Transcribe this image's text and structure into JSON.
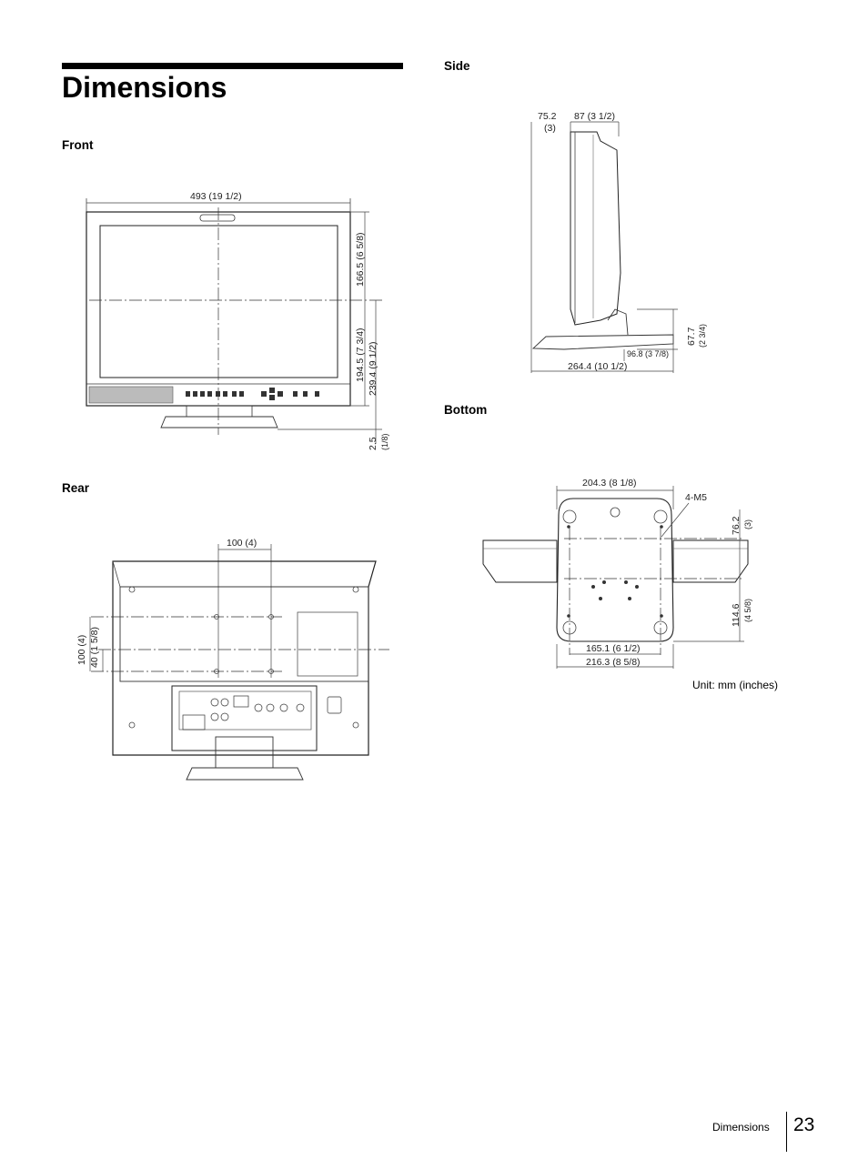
{
  "page": {
    "title": "Dimensions",
    "unit_note": "Unit: mm (inches)",
    "footer_section": "Dimensions",
    "page_number": "23"
  },
  "front": {
    "heading": "Front",
    "width_label": "493 (19 1/2)",
    "upper_height_label": "166.5 (6 5/8)",
    "lower_height_label": "194.5 (7 3/4)",
    "total_height_label": "239.4 (9 1/2)",
    "base_label": "2.5",
    "base_label_inch": "(1/8)"
  },
  "rear": {
    "heading": "Rear",
    "hole_spacing_label": "100 (4)",
    "vertical_spacing_label": "100 (4)",
    "offset_label": "40 (1 5/8)"
  },
  "side": {
    "heading": "Side",
    "depth_top_label": "75.2",
    "depth_top_inch": "(3)",
    "depth_frame_label": "87 (3 1/2)",
    "foot_height_label": "67.7",
    "foot_height_inch": "(2 3/4)",
    "foot_depth_label": "96.8 (3 7/8)",
    "total_depth_label": "264.4 (10 1/2)"
  },
  "bottom": {
    "heading": "Bottom",
    "top_width_label": "204.3 (8 1/8)",
    "screw_label": "4-M5",
    "screw_offset_label": "76.2",
    "screw_offset_inch": "(3)",
    "depth_label": "114.6",
    "depth_inch": "(4 5/8)",
    "inner_width_label": "165.1 (6 1/2)",
    "outer_width_label": "216.3 (8 5/8)"
  }
}
